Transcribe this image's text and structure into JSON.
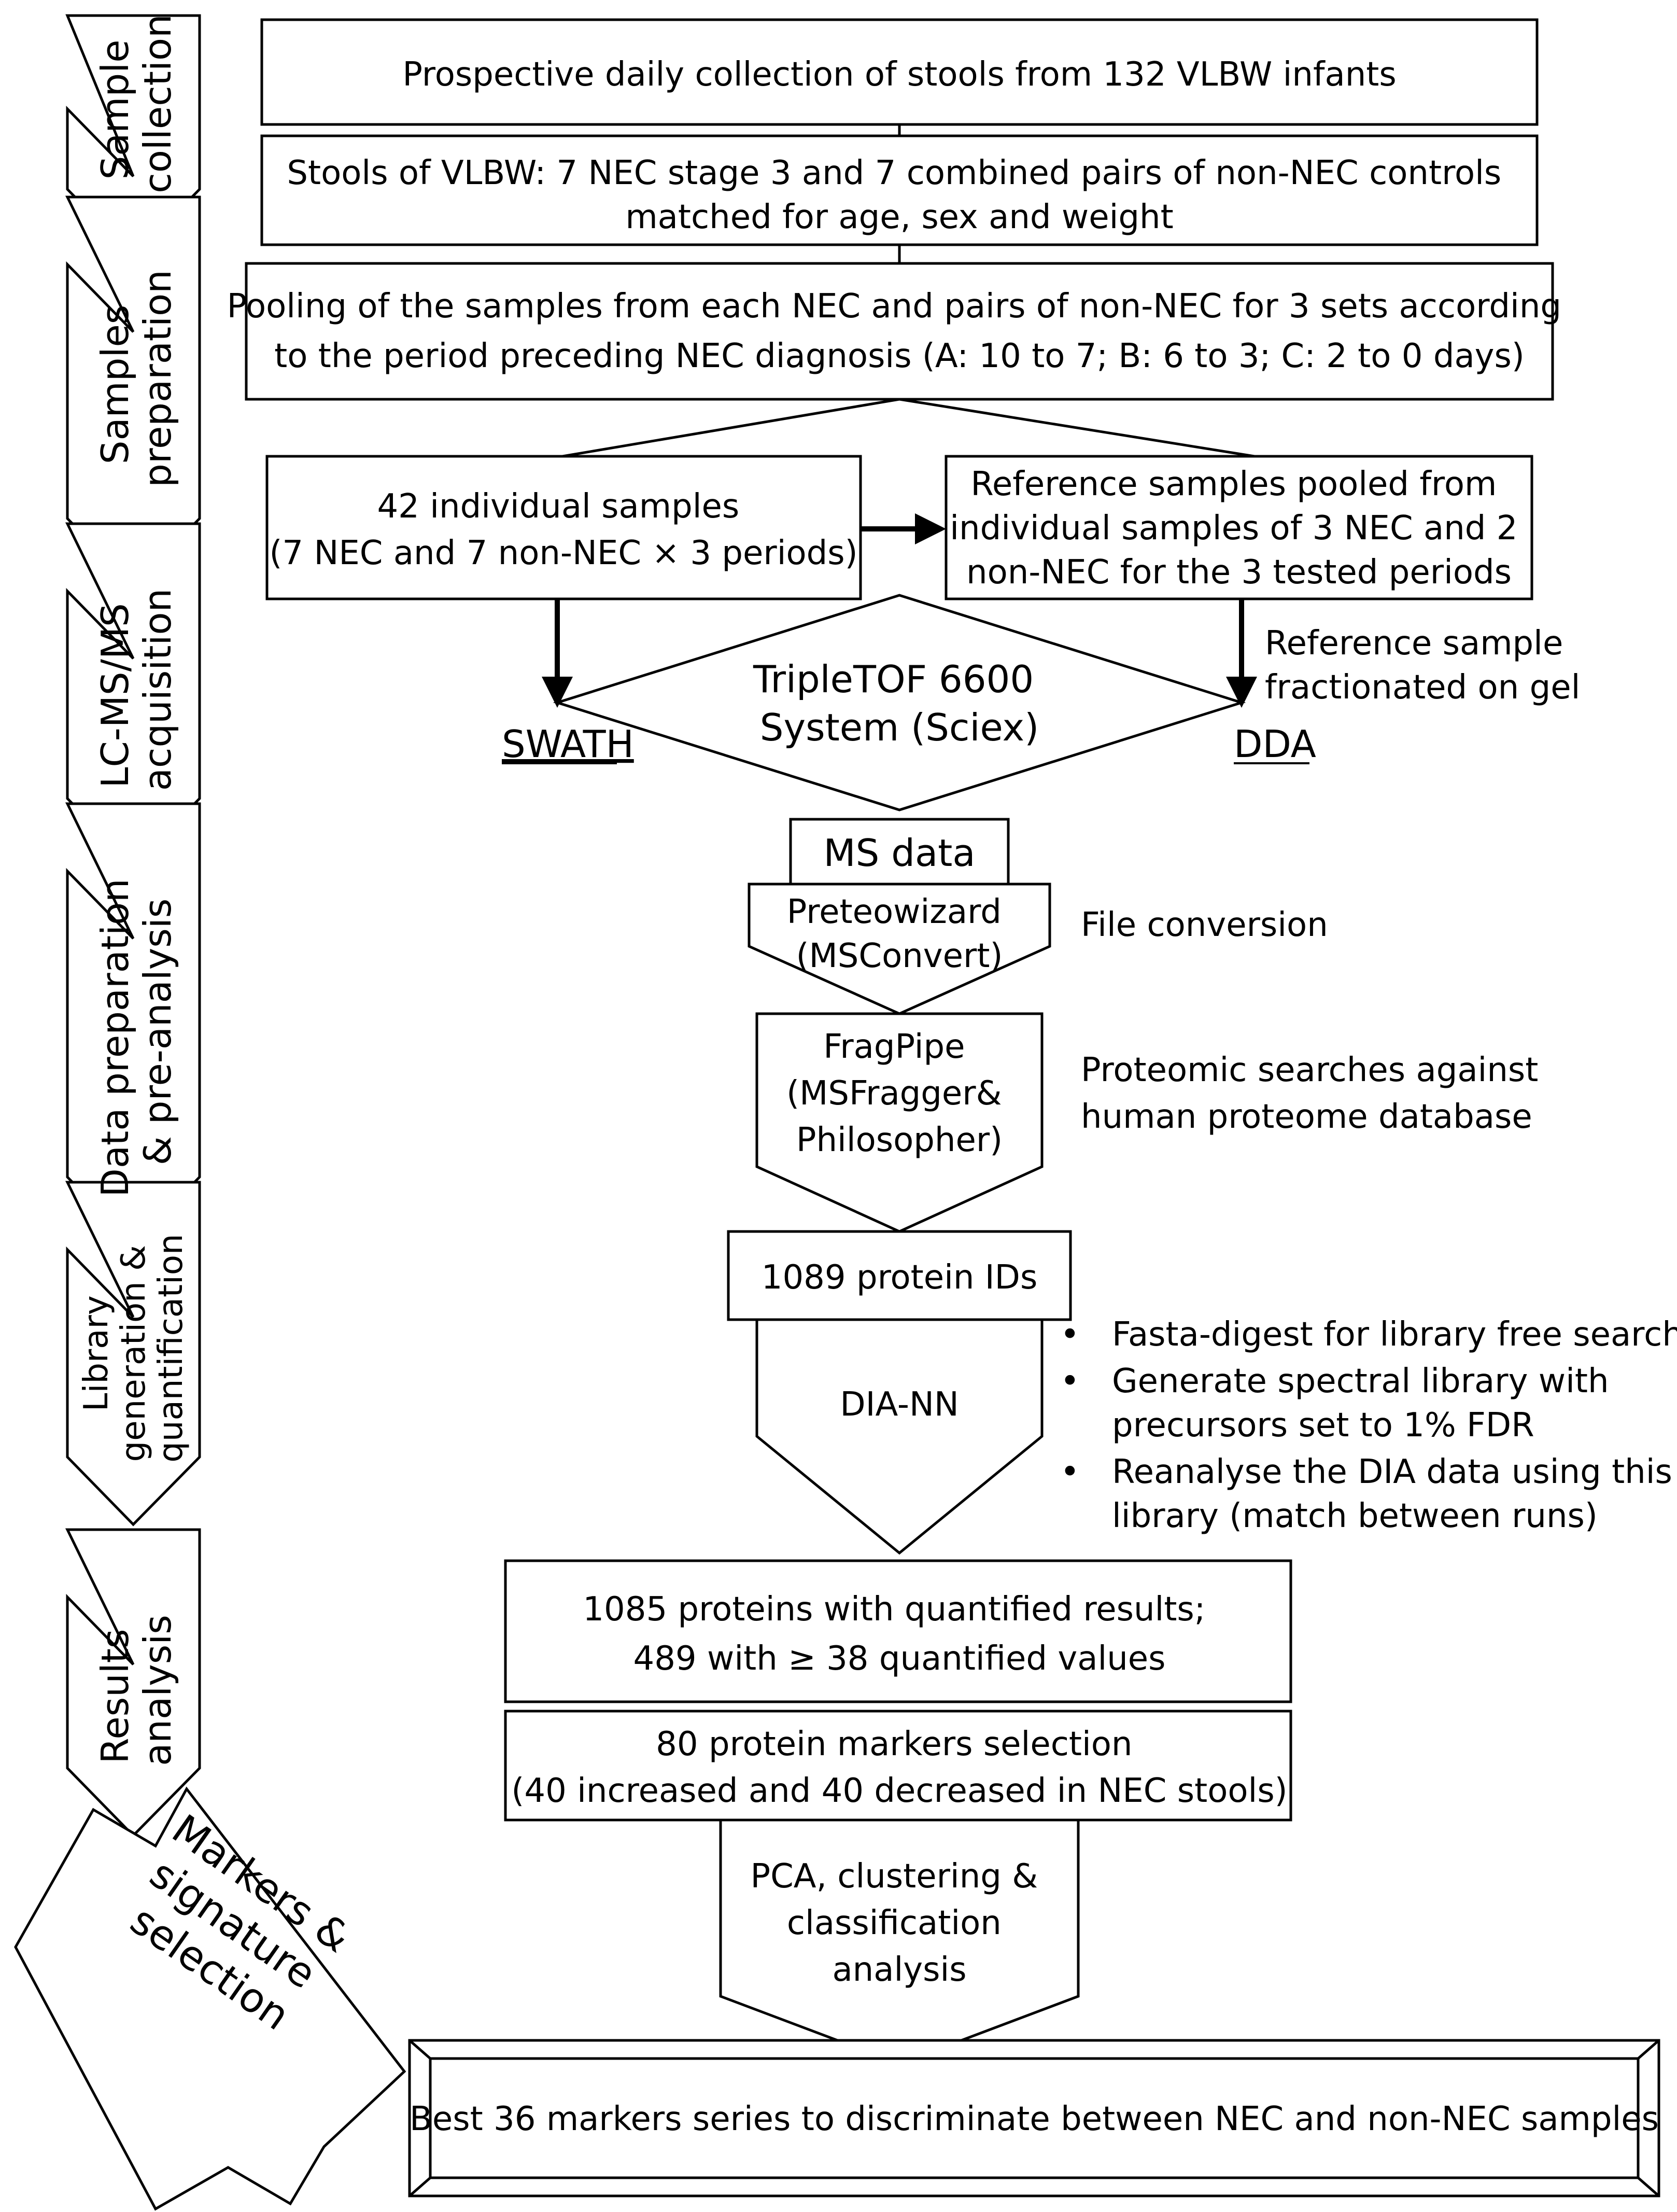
{
  "stages": [
    {
      "lines": [
        "Sample",
        "collection"
      ]
    },
    {
      "lines": [
        "Samples",
        "preparation"
      ]
    },
    {
      "lines": [
        "LC-MS/MS",
        "acquisition"
      ]
    },
    {
      "lines": [
        "Data preparation",
        "& pre-analysis"
      ]
    },
    {
      "lines": [
        "Library",
        "generation &",
        "quantification"
      ]
    },
    {
      "lines": [
        "Results",
        "analysis"
      ]
    }
  ],
  "markers_arrow": {
    "lines": [
      "Markers &",
      "signature",
      "selection"
    ]
  },
  "steps": {
    "collection": {
      "line1": "Prospective daily collection of stools from 132 VLBW infants"
    },
    "stools": {
      "line1": "Stools of VLBW: 7 NEC stage 3 and 7 combined pairs of non-NEC controls",
      "line2": "matched for age, sex and weight"
    },
    "pooling": {
      "line1": "Pooling of the samples from each NEC and pairs of non-NEC for 3 sets according",
      "line2": "to the period preceding NEC diagnosis (A: 10 to 7; B: 6 to 3; C: 2 to 0 days)"
    },
    "individual": {
      "line1": "42 individual samples",
      "line2": "(7 NEC and 7 non-NEC × 3 periods)"
    },
    "reference": {
      "line1": "Reference samples pooled from",
      "line2": "individual samples of 3 NEC and 2",
      "line3": "non-NEC for the 3 tested periods"
    },
    "instrument": {
      "line1": "TripleTOF 6600",
      "line2": "System (Sciex)"
    },
    "swath": "SWATH",
    "dda": "DDA",
    "reference_note": {
      "line1": "Reference sample",
      "line2": "fractionated on gel"
    },
    "ms_data": "MS data",
    "proteowizard": {
      "line1": "Preteowizard",
      "line2": "(MSConvert)"
    },
    "file_conversion": "File conversion",
    "fragpipe": {
      "line1": "FragPipe",
      "line2": "(MSFragger&",
      "line3": "Philosopher)"
    },
    "proteomic_search": {
      "line1": "Proteomic searches against",
      "line2": "human proteome database"
    },
    "protein_ids": "1089 protein IDs",
    "dia_nn": "DIA-NN",
    "dia_notes": [
      {
        "lines": [
          "Fasta-digest for library free search"
        ]
      },
      {
        "lines": [
          "Generate spectral library with",
          "precursors set to 1% FDR"
        ]
      },
      {
        "lines": [
          "Reanalyse the DIA data using this",
          "library (match between runs)"
        ]
      }
    ],
    "bullet": "•",
    "quantified": {
      "line1": "1085 proteins with quantified results;",
      "line2": "489 with ≥ 38 quantified values"
    },
    "markers_selection": {
      "line1": "80 protein markers selection",
      "line2": "(40 increased and 40 decreased in NEC stools)"
    },
    "pca": {
      "line1": "PCA, clustering &",
      "line2": "classification",
      "line3": "analysis"
    },
    "best": "Best 36 markers series to discriminate between NEC and non-NEC samples"
  }
}
